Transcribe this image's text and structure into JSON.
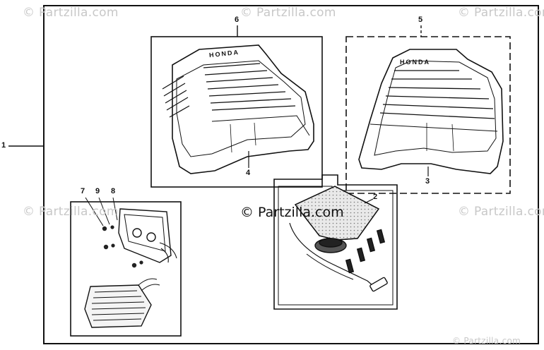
{
  "watermarks": {
    "text": "© Partzilla.com",
    "center_text": "© Partzilla.com"
  },
  "callouts": {
    "c1": "1",
    "c2": "2",
    "c3": "3",
    "c4": "4",
    "c5": "5",
    "c6": "6",
    "c7": "7",
    "c8": "8",
    "c9": "9"
  },
  "brand": {
    "cover_left": "HONDA",
    "cover_right": "HONDA"
  },
  "colors": {
    "line": "#111111",
    "watermark": "#c8c8c8",
    "background": "#ffffff"
  }
}
